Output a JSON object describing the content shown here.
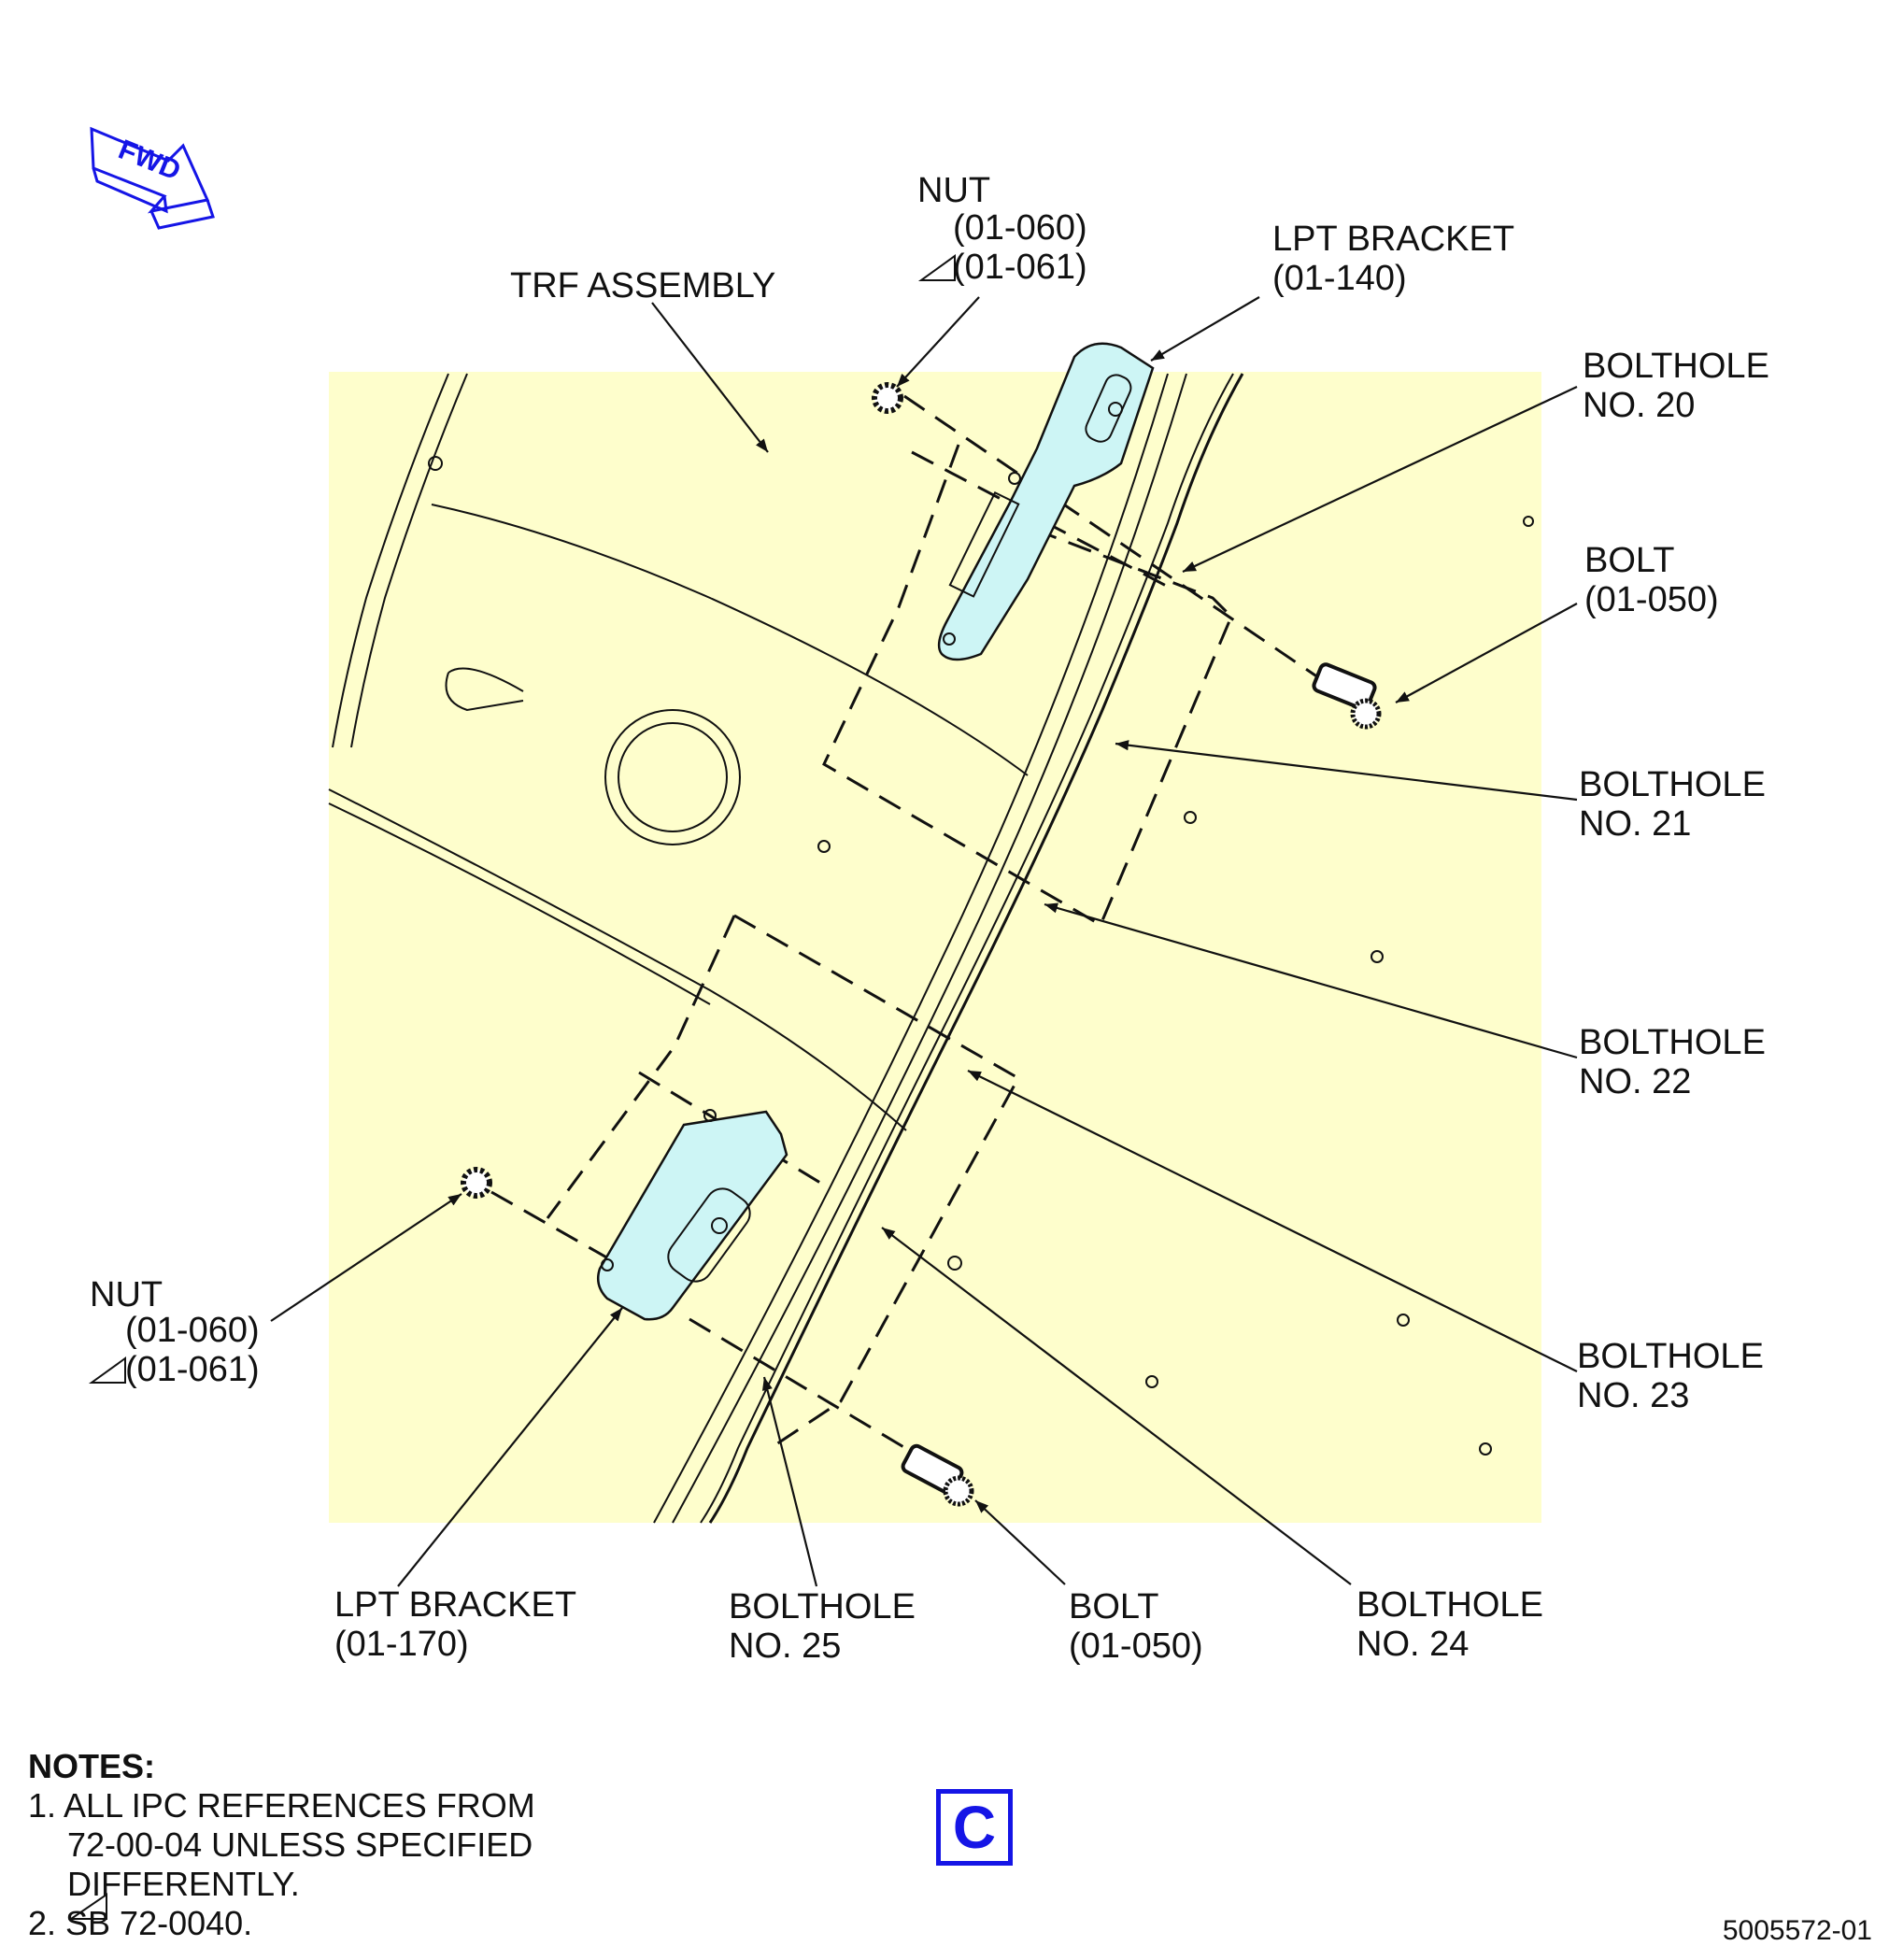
{
  "fwd_indicator": "FWD",
  "labels": {
    "trf_assembly": "TRF ASSEMBLY",
    "nut_top": {
      "name": "NUT",
      "ref1": "(01-060)",
      "ref2": "(01-061)"
    },
    "lpt_bracket_top": {
      "name": "LPT BRACKET",
      "ref": "(01-140)"
    },
    "bolthole_20": {
      "name": "BOLTHOLE",
      "no": "NO. 20"
    },
    "bolt_right": {
      "name": "BOLT",
      "ref": "(01-050)"
    },
    "bolthole_21": {
      "name": "BOLTHOLE",
      "no": "NO. 21"
    },
    "bolthole_22": {
      "name": "BOLTHOLE",
      "no": "NO. 22"
    },
    "bolthole_23": {
      "name": "BOLTHOLE",
      "no": "NO. 23"
    },
    "nut_left": {
      "name": "NUT",
      "ref1": "(01-060)",
      "ref2": "(01-061)"
    },
    "lpt_bracket_bottom": {
      "name": "LPT BRACKET",
      "ref": "(01-170)"
    },
    "bolthole_25": {
      "name": "BOLTHOLE",
      "no": "NO. 25"
    },
    "bolt_bottom": {
      "name": "BOLT",
      "ref": "(01-050)"
    },
    "bolthole_24": {
      "name": "BOLTHOLE",
      "no": "NO. 24"
    }
  },
  "notes": {
    "heading": "NOTES:",
    "note1_line1": "1. ALL IPC REFERENCES FROM",
    "note1_line2": "72-00-04 UNLESS SPECIFIED",
    "note1_line3": "DIFFERENTLY.",
    "note2": "2.    SB 72-0040."
  },
  "view_label": "C",
  "figure_number": "5005572-01",
  "colors": {
    "background_panel": "#fefecc",
    "bracket_fill": "#cdf5f5",
    "accent_blue": "#1515e6",
    "line": "#111111"
  }
}
